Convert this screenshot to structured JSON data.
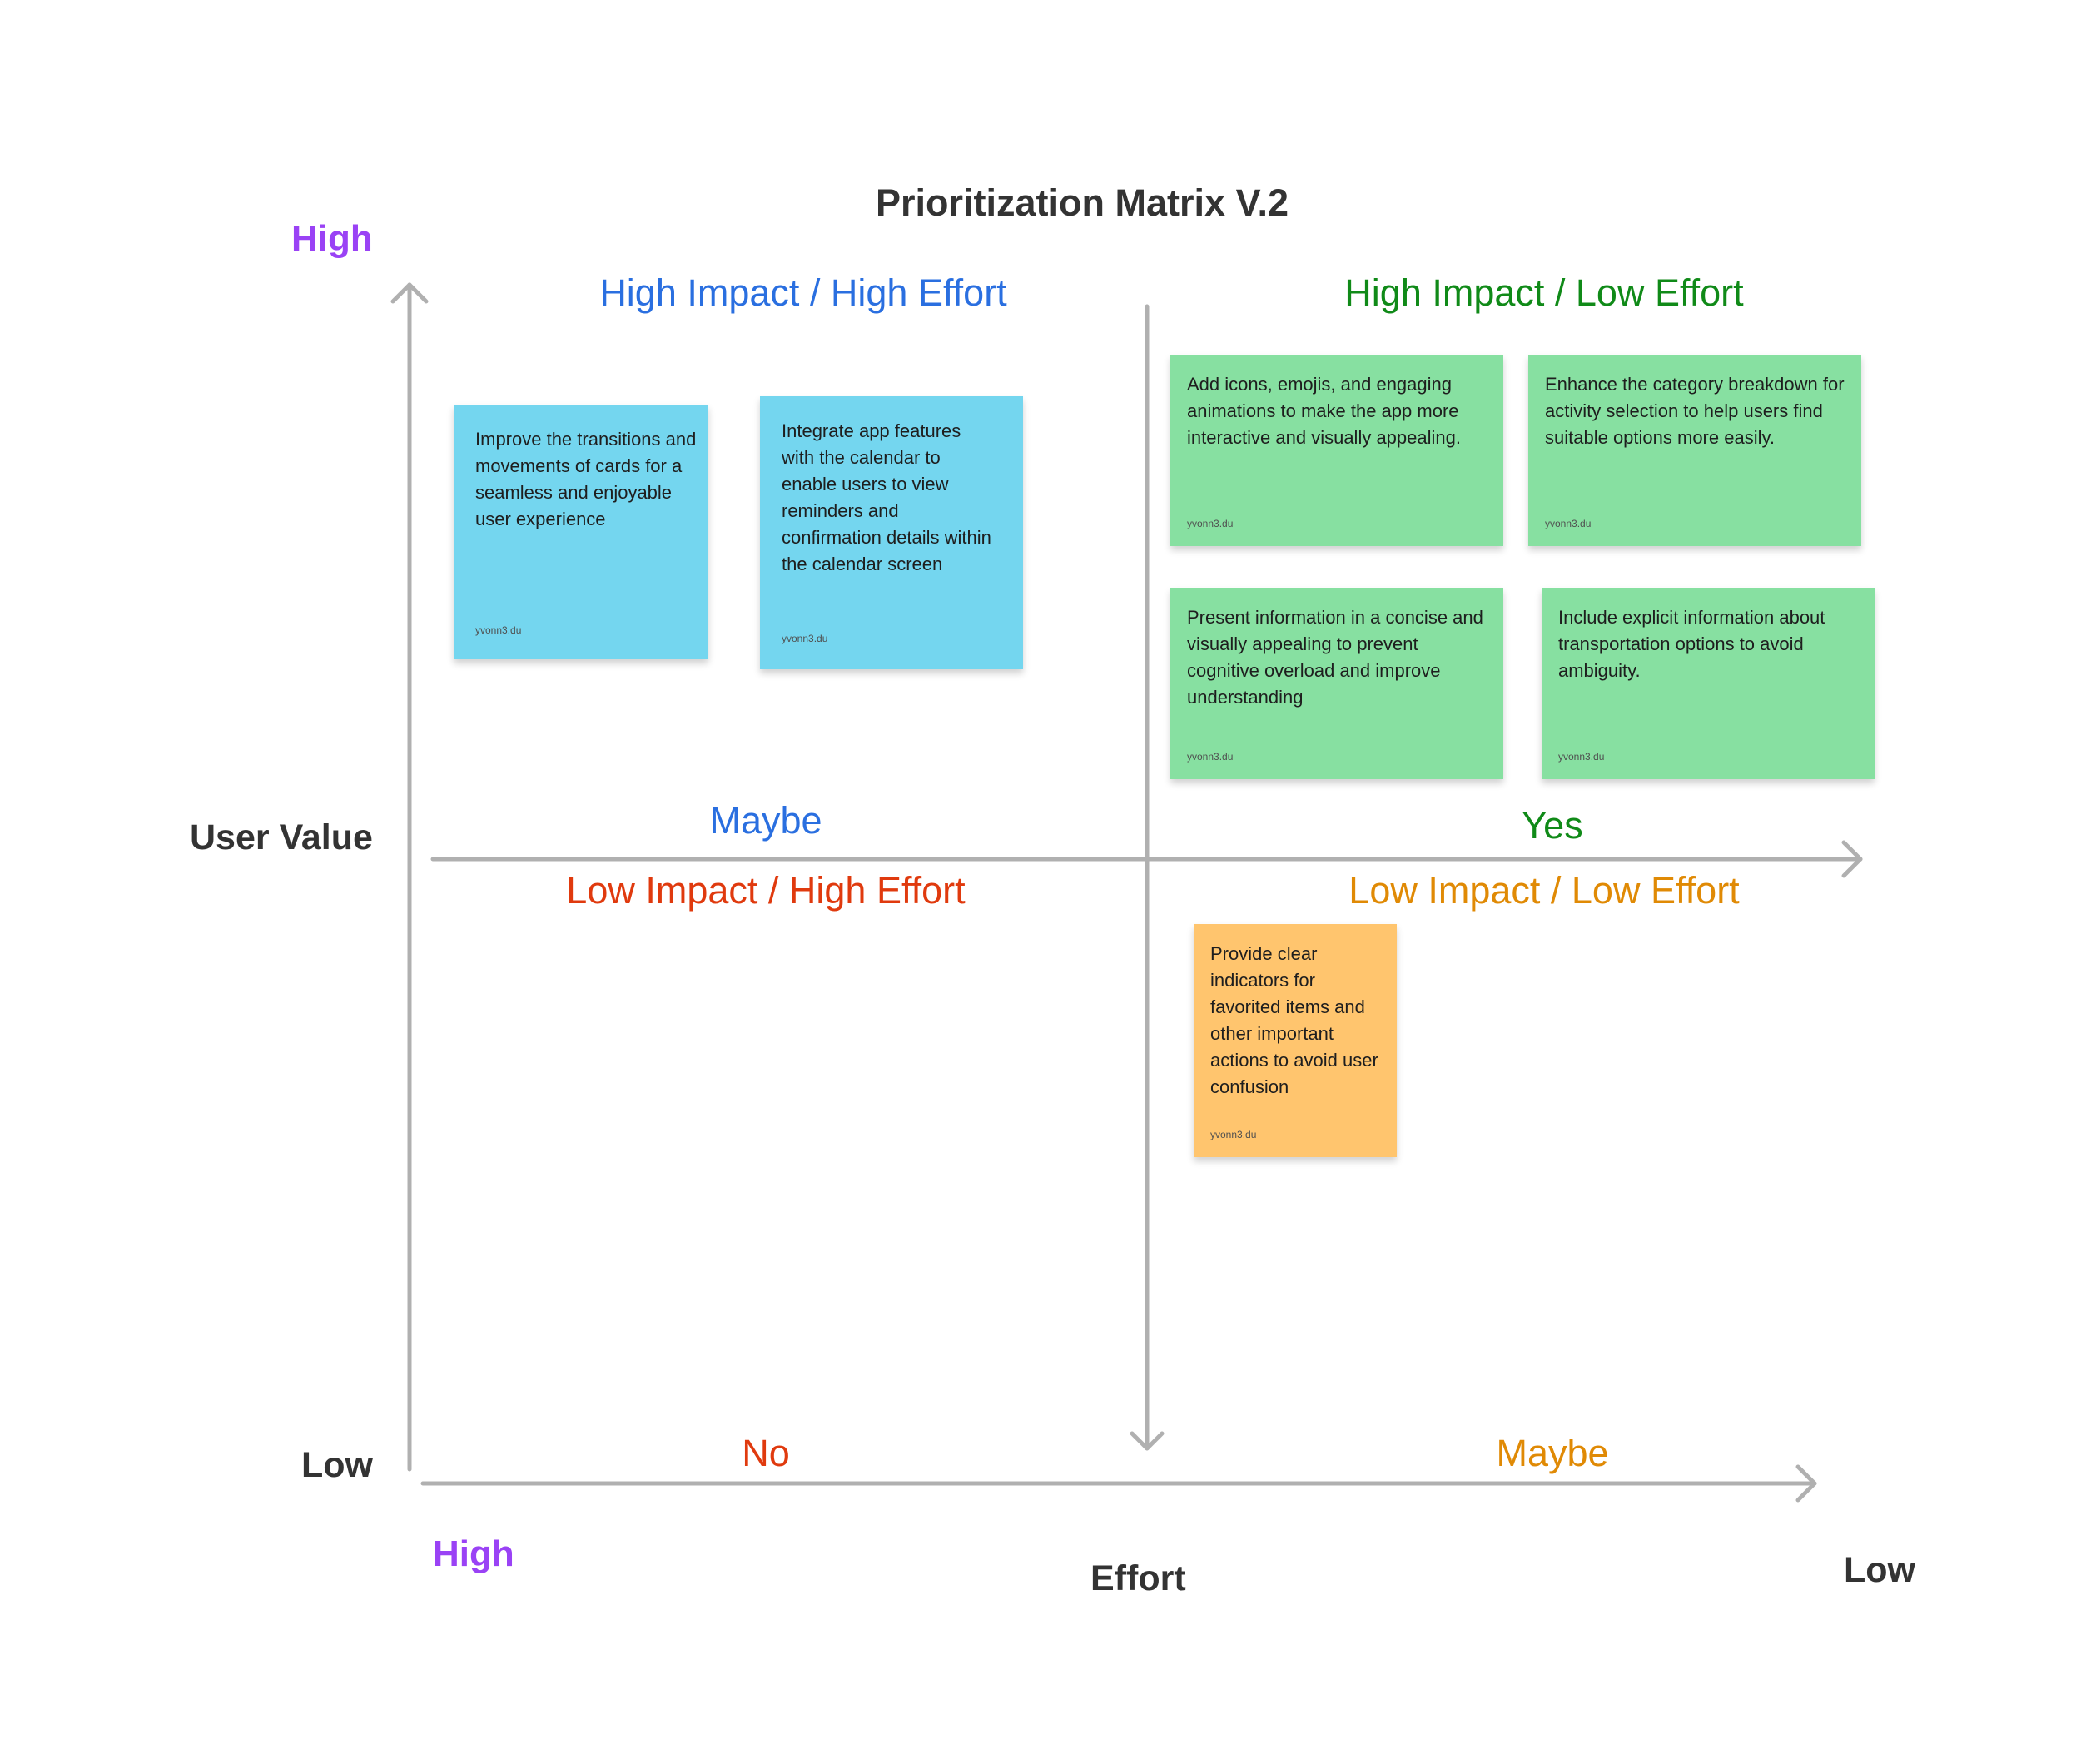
{
  "title": "Prioritization  Matrix V.2",
  "y_axis": {
    "label": "User Value",
    "high": "High",
    "low": "Low"
  },
  "x_axis": {
    "label": "Effort",
    "high": "High",
    "low": "Low"
  },
  "quadrants": {
    "top_left": {
      "title": "High Impact / High Effort",
      "verdict": "Maybe",
      "color": "#2a6fe0"
    },
    "top_right": {
      "title": "High Impact / Low Effort",
      "verdict": "Yes",
      "color": "#108a18"
    },
    "bottom_left": {
      "title": "Low Impact / High Effort",
      "verdict": "No",
      "color": "#e03a0e"
    },
    "bottom_right": {
      "title": "Low Impact / Low Effort",
      "verdict": "Maybe",
      "color": "#e08a05"
    }
  },
  "notes": [
    {
      "text": "Improve the transitions and movements of cards for a seamless and enjoyable user experience",
      "author": "yvonn3.du",
      "color": "#74d6ef"
    },
    {
      "text": "Integrate app features with the calendar to enable users to view reminders and confirmation details within the calendar screen",
      "author": "yvonn3.du",
      "color": "#74d6ef"
    },
    {
      "text": "Add icons, emojis, and engaging animations to make the app more interactive and visually appealing.",
      "author": "yvonn3.du",
      "color": "#87e0a1"
    },
    {
      "text": "Enhance the category breakdown for activity selection to help users find suitable options more easily.",
      "author": "yvonn3.du",
      "color": "#87e0a1"
    },
    {
      "text": "Present information in a concise and visually appealing to prevent cognitive overload and improve understanding",
      "author": "yvonn3.du",
      "color": "#87e0a1"
    },
    {
      "text": "Include explicit information about transportation options to avoid ambiguity.",
      "author": "yvonn3.du",
      "color": "#87e0a1"
    },
    {
      "text": "Provide clear indicators for favorited items and other important actions to avoid user confusion",
      "author": "yvonn3.du",
      "color": "#ffc56e"
    }
  ]
}
